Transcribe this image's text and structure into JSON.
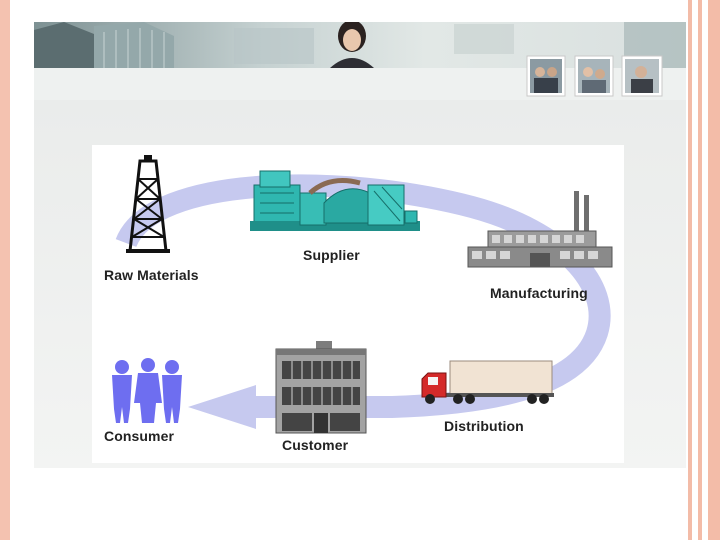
{
  "diagram": {
    "nodes": [
      {
        "id": "raw",
        "label": "Raw Materials",
        "icon": "oil-derrick-icon"
      },
      {
        "id": "supplier",
        "label": "Supplier",
        "icon": "factory-plant-icon"
      },
      {
        "id": "manufacturing",
        "label": "Manufacturing",
        "icon": "factory-building-icon"
      },
      {
        "id": "distribution",
        "label": "Distribution",
        "icon": "truck-icon"
      },
      {
        "id": "customer",
        "label": "Customer",
        "icon": "store-building-icon"
      },
      {
        "id": "consumer",
        "label": "Consumer",
        "icon": "people-icon"
      }
    ]
  },
  "colors": {
    "arrow": "#c6c9ef",
    "people": "#6e6ef0",
    "plant": "#2fb7b0",
    "building": "#8f8f8f",
    "truck_cab": "#d42a2a",
    "trailer": "#f1e3d3",
    "border_accent": "#f3bca8"
  }
}
